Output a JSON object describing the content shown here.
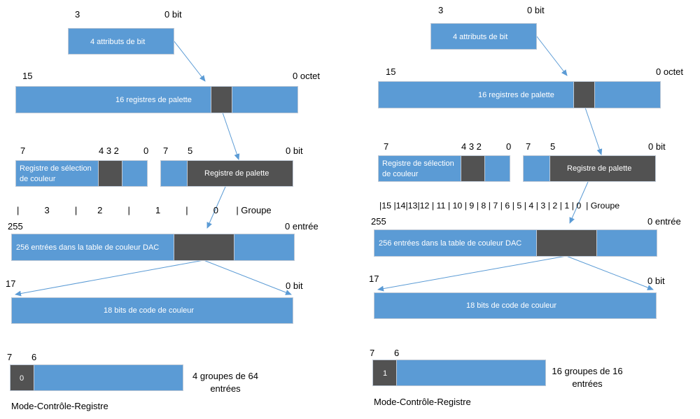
{
  "colors": {
    "box_blue": "#5b9bd5",
    "box_dark": "#525252",
    "arrow": "#5b9bd5"
  },
  "panels": [
    {
      "attr": {
        "hi": "3",
        "lo": "0 bit",
        "label": "4 attributs de bit"
      },
      "palette_regs": {
        "hi": "15",
        "lo": "0 octet",
        "label": "16 registres de palette"
      },
      "color_select": {
        "b7": "7",
        "b432": "4 3 2",
        "b0": "0",
        "label_line1": "Registre de sélection",
        "label_line2": "de couleur"
      },
      "palette_reg": {
        "b7": "7",
        "b5": "5",
        "lo": "0 bit",
        "label": "Registre de palette"
      },
      "groups": {
        "text": "|          3          |        2          |          1          |          0       | Groupe"
      },
      "dac": {
        "hi": "255",
        "lo": "0 entrée",
        "label": "256 entrées dans la table de couleur DAC"
      },
      "color_code": {
        "hi": "17",
        "lo": "0 bit",
        "label": "18 bits de code de couleur"
      },
      "mode_ctrl": {
        "b7": "7",
        "b6": "6",
        "bit_value": "0",
        "desc_line1": "4 groupes de 64",
        "desc_line2": "entrées",
        "name": "Mode-Contrôle-Registre"
      }
    },
    {
      "attr": {
        "hi": "3",
        "lo": "0 bit",
        "label": "4 attributs de bit"
      },
      "palette_regs": {
        "hi": "15",
        "lo": "0 octet",
        "label": "16 registres de palette"
      },
      "color_select": {
        "b7": "7",
        "b432": "4 3 2",
        "b0": "0",
        "label_line1": "Registre de sélection",
        "label_line2": "de couleur"
      },
      "palette_reg": {
        "b7": "7",
        "b5": "5",
        "lo": "0 bit",
        "label": "Registre de palette"
      },
      "groups": {
        "text": "|15 |14|13|12 | 11 | 10 | 9 | 8 | 7 | 6 | 5 | 4 | 3 | 2 | 1 | 0  | Groupe"
      },
      "dac": {
        "hi": "255",
        "lo": "0 entrée",
        "label": "256 entrées dans la table de couleur DAC"
      },
      "color_code": {
        "hi": "17",
        "lo": "0 bit",
        "label": "18 bits de code de couleur"
      },
      "mode_ctrl": {
        "b7": "7",
        "b6": "6",
        "bit_value": "1",
        "desc_line1": "16 groupes de 16",
        "desc_line2": "entrées",
        "name": "Mode-Contrôle-Registre"
      }
    }
  ]
}
